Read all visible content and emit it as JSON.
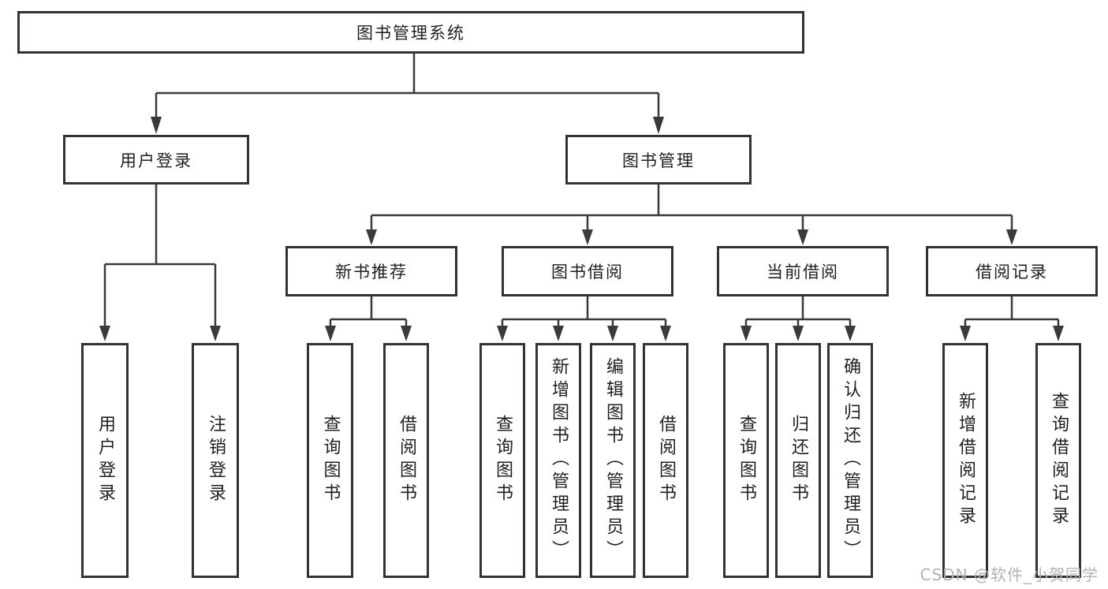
{
  "tree": {
    "root": {
      "label": "图书管理系统"
    },
    "branches": [
      {
        "label": "用户登录",
        "children": [
          {
            "label": "用户登录"
          },
          {
            "label": "注销登录"
          }
        ]
      },
      {
        "label": "图书管理",
        "children": [
          {
            "label": "新书推荐",
            "children": [
              {
                "label": "查询图书"
              },
              {
                "label": "借阅图书"
              }
            ]
          },
          {
            "label": "图书借阅",
            "children": [
              {
                "label": "查询图书"
              },
              {
                "label": "新增图书（管理员）"
              },
              {
                "label": "编辑图书（管理员）"
              },
              {
                "label": "借阅图书"
              }
            ]
          },
          {
            "label": "当前借阅",
            "children": [
              {
                "label": "查询图书"
              },
              {
                "label": "归还图书"
              },
              {
                "label": "确认归还（管理员）"
              }
            ]
          },
          {
            "label": "借阅记录",
            "children": [
              {
                "label": "新增借阅记录"
              },
              {
                "label": "查询借阅记录"
              }
            ]
          }
        ]
      }
    ]
  },
  "watermark": {
    "text": "CSDN @软件_小贺同学"
  },
  "colors": {
    "line": "#3a3a3a",
    "box_border": "#333333",
    "text": "#1f1f1f",
    "watermark": "#b3b3b3",
    "background": "#ffffff"
  }
}
